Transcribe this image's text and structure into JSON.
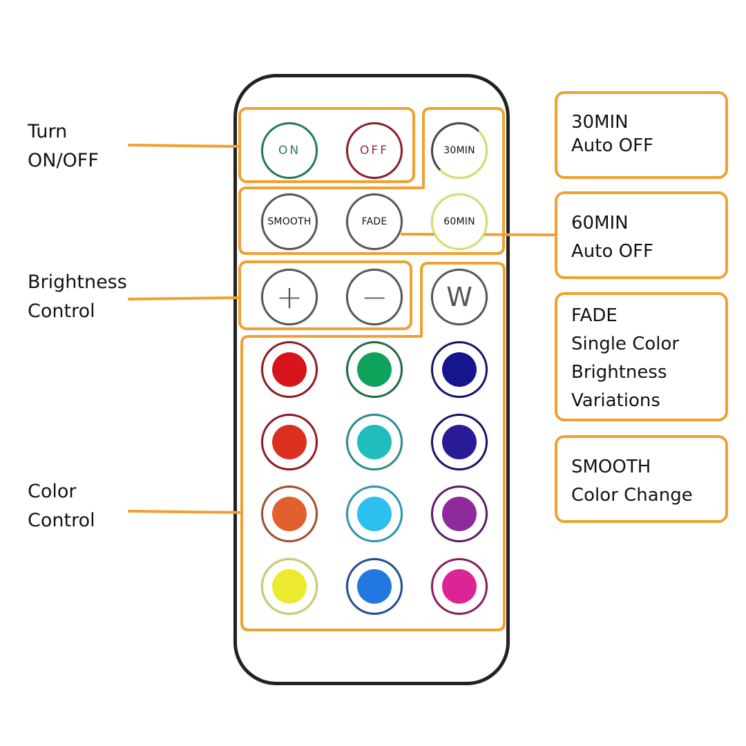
{
  "accent_color": "#f0a030",
  "remote": {
    "body_border_color": "#222222",
    "timer_buttons": [
      {
        "label": "30MIN",
        "ring_colors": [
          "#444444",
          "#d8dc6a"
        ]
      },
      {
        "label": "60MIN",
        "ring_colors": [
          "#d8dc6a"
        ]
      }
    ],
    "power_buttons": [
      {
        "label": "ON",
        "color": "#1f7a55"
      },
      {
        "label": "OFF",
        "color": "#8a1c24"
      }
    ],
    "mode_buttons": [
      {
        "label": "SMOOTH"
      },
      {
        "label": "FADE"
      }
    ],
    "brightness_buttons": [
      {
        "label": "+",
        "icon": "plus-icon"
      },
      {
        "label": "−",
        "icon": "minus-icon"
      }
    ],
    "white_button": {
      "label": "W"
    },
    "color_buttons": [
      {
        "name": "red",
        "dot": "#d7141c",
        "ring": "#8a1a1f"
      },
      {
        "name": "green",
        "dot": "#0fa25a",
        "ring": "#1c6b3c"
      },
      {
        "name": "dark-blue",
        "dot": "#151590",
        "ring": "#121260"
      },
      {
        "name": "red-orange",
        "dot": "#dd2f1f",
        "ring": "#8a1a1f"
      },
      {
        "name": "teal",
        "dot": "#1fbdbd",
        "ring": "#2a8a8a"
      },
      {
        "name": "indigo",
        "dot": "#2a1a98",
        "ring": "#121260"
      },
      {
        "name": "orange",
        "dot": "#e2602d",
        "ring": "#a04a30"
      },
      {
        "name": "sky-blue",
        "dot": "#2cc0ee",
        "ring": "#2a95b0"
      },
      {
        "name": "purple",
        "dot": "#8f2a9c",
        "ring": "#5a1a66"
      },
      {
        "name": "yellow",
        "dot": "#ecea2e",
        "ring": "#c9c870"
      },
      {
        "name": "blue",
        "dot": "#2277e0",
        "ring": "#1d4a90"
      },
      {
        "name": "magenta",
        "dot": "#db2596",
        "ring": "#8a1a5a"
      }
    ]
  },
  "left_labels": [
    {
      "id": "power",
      "lines": [
        "Turn",
        "ON/OFF"
      ]
    },
    {
      "id": "brightness",
      "lines": [
        "Brightness",
        "Control"
      ]
    },
    {
      "id": "color",
      "lines": [
        "Color",
        "Control"
      ]
    }
  ],
  "callouts": [
    {
      "id": "30min",
      "lines": [
        "30MIN",
        "Auto OFF"
      ]
    },
    {
      "id": "60min",
      "lines": [
        "60MIN",
        "Auto OFF"
      ]
    },
    {
      "id": "fade",
      "lines": [
        "FADE",
        "Single Color",
        "Brightness",
        "Variations"
      ]
    },
    {
      "id": "smooth",
      "lines": [
        "SMOOTH",
        "Color Change"
      ]
    }
  ]
}
